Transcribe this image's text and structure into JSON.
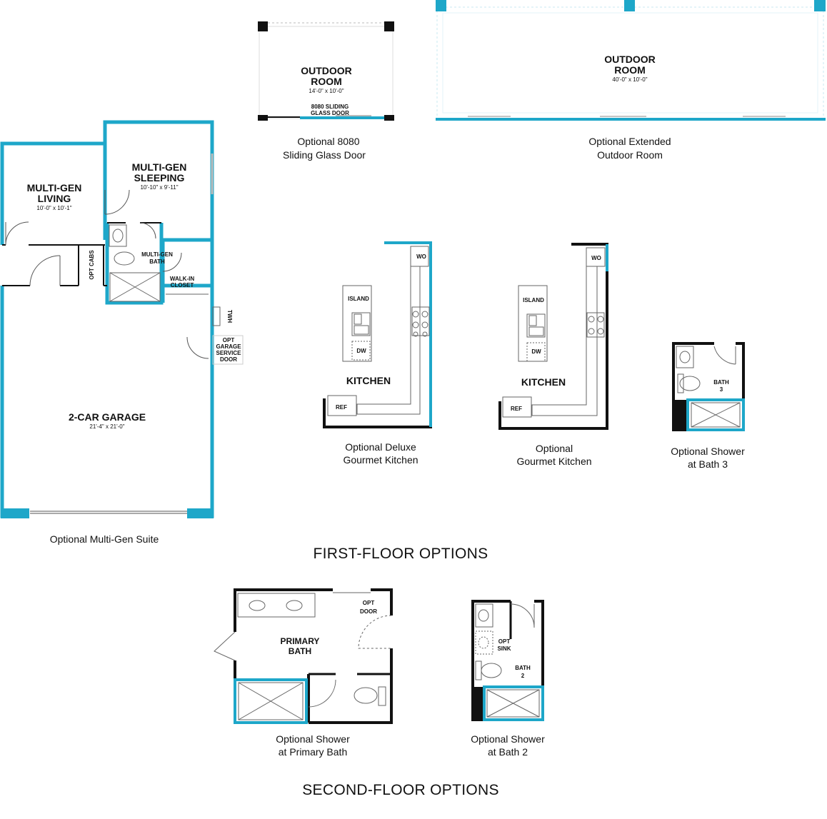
{
  "colors": {
    "accent": "#1ea7c9",
    "wall": "#111111",
    "line": "#9aa0a6"
  },
  "headings": {
    "first_floor": "FIRST-FLOOR OPTIONS",
    "second_floor": "SECOND-FLOOR OPTIONS"
  },
  "multigen": {
    "caption": "Optional Multi-Gen Suite",
    "living": {
      "line1": "MULTI-GEN",
      "line2": "LIVING",
      "dim": "10'-0\" x 10'-1\""
    },
    "sleeping": {
      "line1": "MULTI-GEN",
      "line2": "SLEEPING",
      "dim": "10'-10\" x 9'-11\""
    },
    "bath": {
      "line1": "MULTI-GEN",
      "line2": "BATH"
    },
    "closet": {
      "line1": "WALK-IN",
      "line2": "CLOSET"
    },
    "opt_cabs": "OPT CABS",
    "twh": "TWH",
    "service_door": {
      "line1": "OPT",
      "line2": "GARAGE",
      "line3": "SERVICE",
      "line4": "DOOR"
    },
    "garage": {
      "name": "2-CAR GARAGE",
      "dim": "21'-4\" x 21'-0\""
    }
  },
  "outdoor_small": {
    "line1": "OUTDOOR",
    "line2": "ROOM",
    "dim": "14'-0\" x 10'-0\"",
    "door_line1": "8080 SLIDING",
    "door_line2": "GLASS DOOR",
    "caption_line1": "Optional 8080",
    "caption_line2": "Sliding Glass Door"
  },
  "outdoor_extended": {
    "line1": "OUTDOOR",
    "line2": "ROOM",
    "dim": "40'-0\" x 10'-0\"",
    "caption_line1": "Optional Extended",
    "caption_line2": "Outdoor Room"
  },
  "kitchen_deluxe": {
    "island": "ISLAND",
    "dw": "DW",
    "wo": "WO",
    "ref": "REF",
    "name": "KITCHEN",
    "caption_line1": "Optional Deluxe",
    "caption_line2": "Gourmet Kitchen"
  },
  "kitchen_gourmet": {
    "island": "ISLAND",
    "dw": "DW",
    "wo": "WO",
    "ref": "REF",
    "name": "KITCHEN",
    "caption_line1": "Optional",
    "caption_line2": "Gourmet Kitchen"
  },
  "bath3": {
    "line1": "BATH",
    "line2": "3",
    "caption_line1": "Optional Shower",
    "caption_line2": "at Bath 3"
  },
  "primary_bath": {
    "line1": "PRIMARY",
    "line2": "BATH",
    "opt1": "OPT",
    "opt2": "DOOR",
    "caption_line1": "Optional Shower",
    "caption_line2": "at Primary Bath"
  },
  "bath2": {
    "opt1": "OPT",
    "opt2": "SINK",
    "line1": "BATH",
    "line2": "2",
    "caption_line1": "Optional Shower",
    "caption_line2": "at Bath 2"
  }
}
